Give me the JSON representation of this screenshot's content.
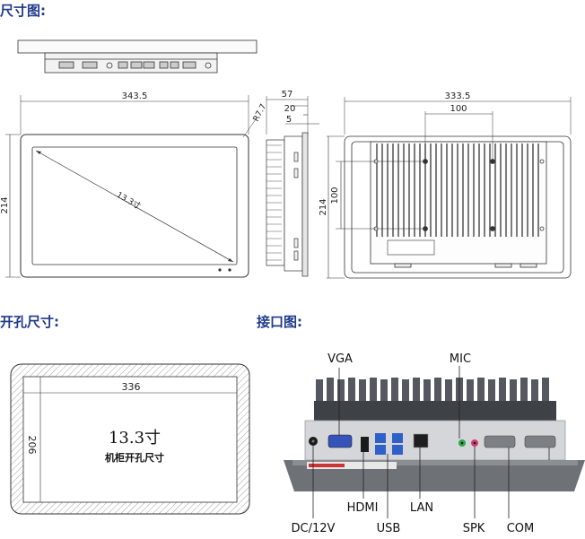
{
  "sections": {
    "size_title": "尺寸图:",
    "cutout_title": "开孔尺寸:",
    "ports_title": "接口图:"
  },
  "dimensions": {
    "front_width": "343.5",
    "front_height": "214",
    "corner_radius": "R7.7",
    "diagonal": "13.3寸",
    "side_total": "57",
    "side_mid": "20",
    "side_small": "5",
    "back_width": "333.5",
    "back_inner_width": "100",
    "back_height": "214",
    "back_inner_height": "100"
  },
  "cutout": {
    "width": "336",
    "height": "206",
    "size_label": "13.3寸",
    "caption": "机柜开孔尺寸"
  },
  "ports": {
    "vga": "VGA",
    "mic": "MIC",
    "hdmi": "HDMI",
    "lan": "LAN",
    "dc": "DC/12V",
    "usb": "USB",
    "spk": "SPK",
    "com": "COM"
  },
  "colors": {
    "heading": "#1f3a8a",
    "line": "#333333",
    "panel_dark": "#4a4d52",
    "panel_light": "#d4d6d9"
  }
}
